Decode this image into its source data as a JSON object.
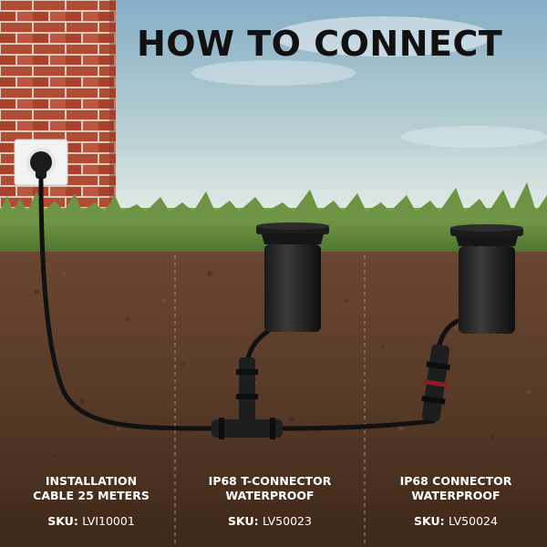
{
  "title": "HOW TO CONNECT",
  "sku_label": "SKU:",
  "items": [
    {
      "line1": "INSTALLATION",
      "line2": "CABLE 25 METERS",
      "sku": "LVI10001"
    },
    {
      "line1": "IP68 T-CONNECTOR",
      "line2": "WATERPROOF",
      "sku": "LV50023"
    },
    {
      "line1": "IP68 CONNECTOR",
      "line2": "WATERPROOF",
      "sku": "LV50024"
    }
  ],
  "colors": {
    "sky_top": "#8fb3c9",
    "sky_bottom": "#dfe9e6",
    "brick": "#b04a34",
    "grass": "#5f8a3a",
    "soil": "#5b3d2a",
    "cable": "#111111",
    "caption_text": "#ffffff"
  },
  "icons": [
    "wall-socket-icon",
    "plug-icon",
    "ground-light-icon",
    "t-connector-icon",
    "inline-connector-icon"
  ]
}
